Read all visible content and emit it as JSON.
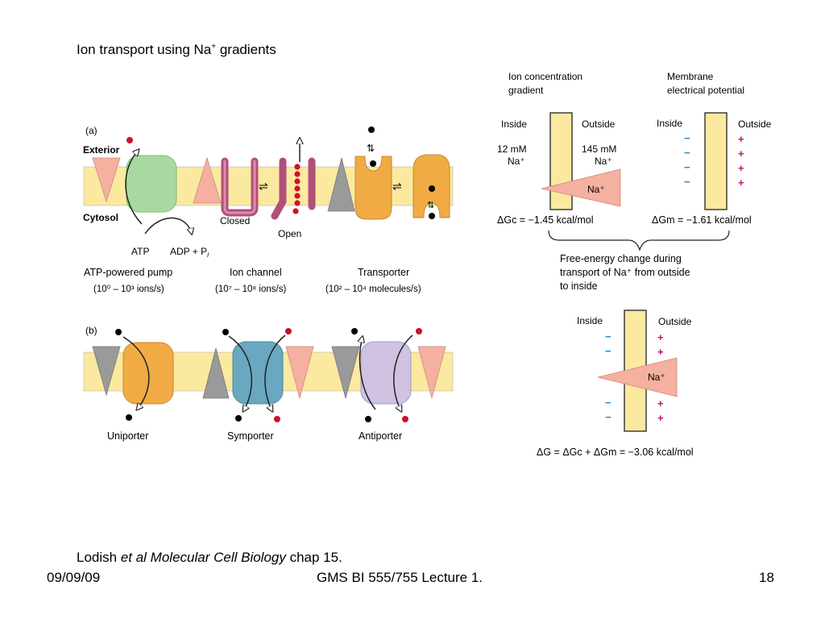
{
  "slide": {
    "title_main": "Ion transport using Na",
    "title_sup": "+",
    "title_tail": " gradients",
    "citation_author": "Lodish ",
    "citation_book": "et al Molecular Cell Biology",
    "citation_tail": " chap 15.",
    "footer_date": "09/09/09",
    "footer_center": "GMS BI 555/755 Lecture 1.",
    "footer_page": "18"
  },
  "panel_a": {
    "label": "(a)",
    "exterior": "Exterior",
    "cytosol": "Cytosol",
    "atp": "ATP",
    "adp": "ADP + P",
    "adp_sub": "i",
    "closed": "Closed",
    "open": "Open",
    "pump_name": "ATP-powered pump",
    "pump_rate": "(10⁰ – 10³ ions/s)",
    "channel_name": "Ion channel",
    "channel_rate": "(10⁷ – 10⁸ ions/s)",
    "transporter_name": "Transporter",
    "transporter_rate": "(10² – 10⁴ molecules/s)"
  },
  "panel_b": {
    "label": "(b)",
    "uniporter": "Uniporter",
    "symporter": "Symporter",
    "antiporter": "Antiporter"
  },
  "gradient": {
    "conc_title_1": "Ion concentration",
    "conc_title_2": "gradient",
    "mem_title_1": "Membrane",
    "mem_title_2": "electrical potential",
    "inside": "Inside",
    "outside": "Outside",
    "in_conc": "12 mM",
    "out_conc": "145 mM",
    "na": "Na⁺",
    "dgc": "ΔGc = −1.45 kcal/mol",
    "dgm": "ΔGm = −1.61 kcal/mol",
    "free_energy_1": "Free-energy change during",
    "free_energy_2": "transport of Na⁺ from outside",
    "free_energy_3": "to inside",
    "minus": "−",
    "plus": "+",
    "dg_total": "ΔG = ΔGc + ΔGm = −3.06 kcal/mol"
  },
  "colors": {
    "membrane": "#fbe9a0",
    "pump_green": "#a9d9a0",
    "channel_magenta": "#b0507a",
    "transporter_orange": "#f0ab45",
    "symporter_blue": "#6aa7c0",
    "antiporter_lavender": "#cfc2e2",
    "salmon": "#f6b0a0",
    "gray": "#9a9a9a",
    "red_ion": "#d0102a",
    "charge_blue": "#1a8ad4",
    "charge_magenta": "#c0107a"
  }
}
